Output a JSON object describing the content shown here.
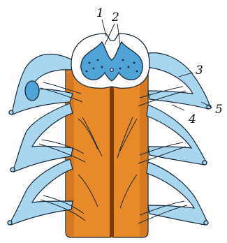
{
  "figure": {
    "labels": [
      "1",
      "2",
      "3",
      "4",
      "5"
    ],
    "colors": {
      "cord": "#e8892a",
      "cord_shade": "#c46a17",
      "nerve": "#a8d6ee",
      "grey_matter": "#4fa3d6",
      "outline": "#1a2a3a",
      "background": "#ffffff"
    }
  }
}
